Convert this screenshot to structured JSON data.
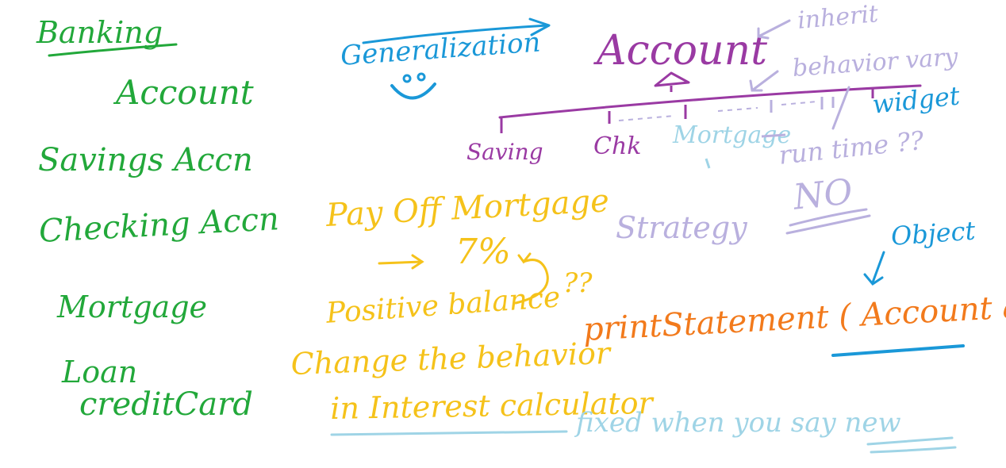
{
  "colors": {
    "green": "#22a83a",
    "purple": "#9a3aa3",
    "blue": "#1a98d8",
    "yellow": "#f5c21a",
    "orange": "#f27a1c",
    "lavender": "#b9b0de",
    "cyan": "#9fd4e6"
  },
  "left_column": {
    "title": "Banking",
    "items": [
      "Account",
      "Savings Accn",
      "Checking Accn",
      "Mortgage",
      "Loan",
      "creditCard"
    ]
  },
  "hierarchy": {
    "generalization_label": "Generalization",
    "root": "Account",
    "inherit_note": "inherit",
    "behavior_note": "behavior vary",
    "children": [
      "Saving",
      "Chk",
      "Mortgage",
      "widget"
    ],
    "question": "run time ??",
    "answer": "NO"
  },
  "notes": {
    "pay_off": "Pay Off Mortgage",
    "rate": "7%",
    "questions": "??",
    "positive": "Positive balance",
    "change": "Change the behavior",
    "interest": "in Interest calculator",
    "strategy": "Strategy",
    "object_label": "Object",
    "print_statement": "printStatement ( Account a)",
    "fixed": "fixed when you say new"
  }
}
